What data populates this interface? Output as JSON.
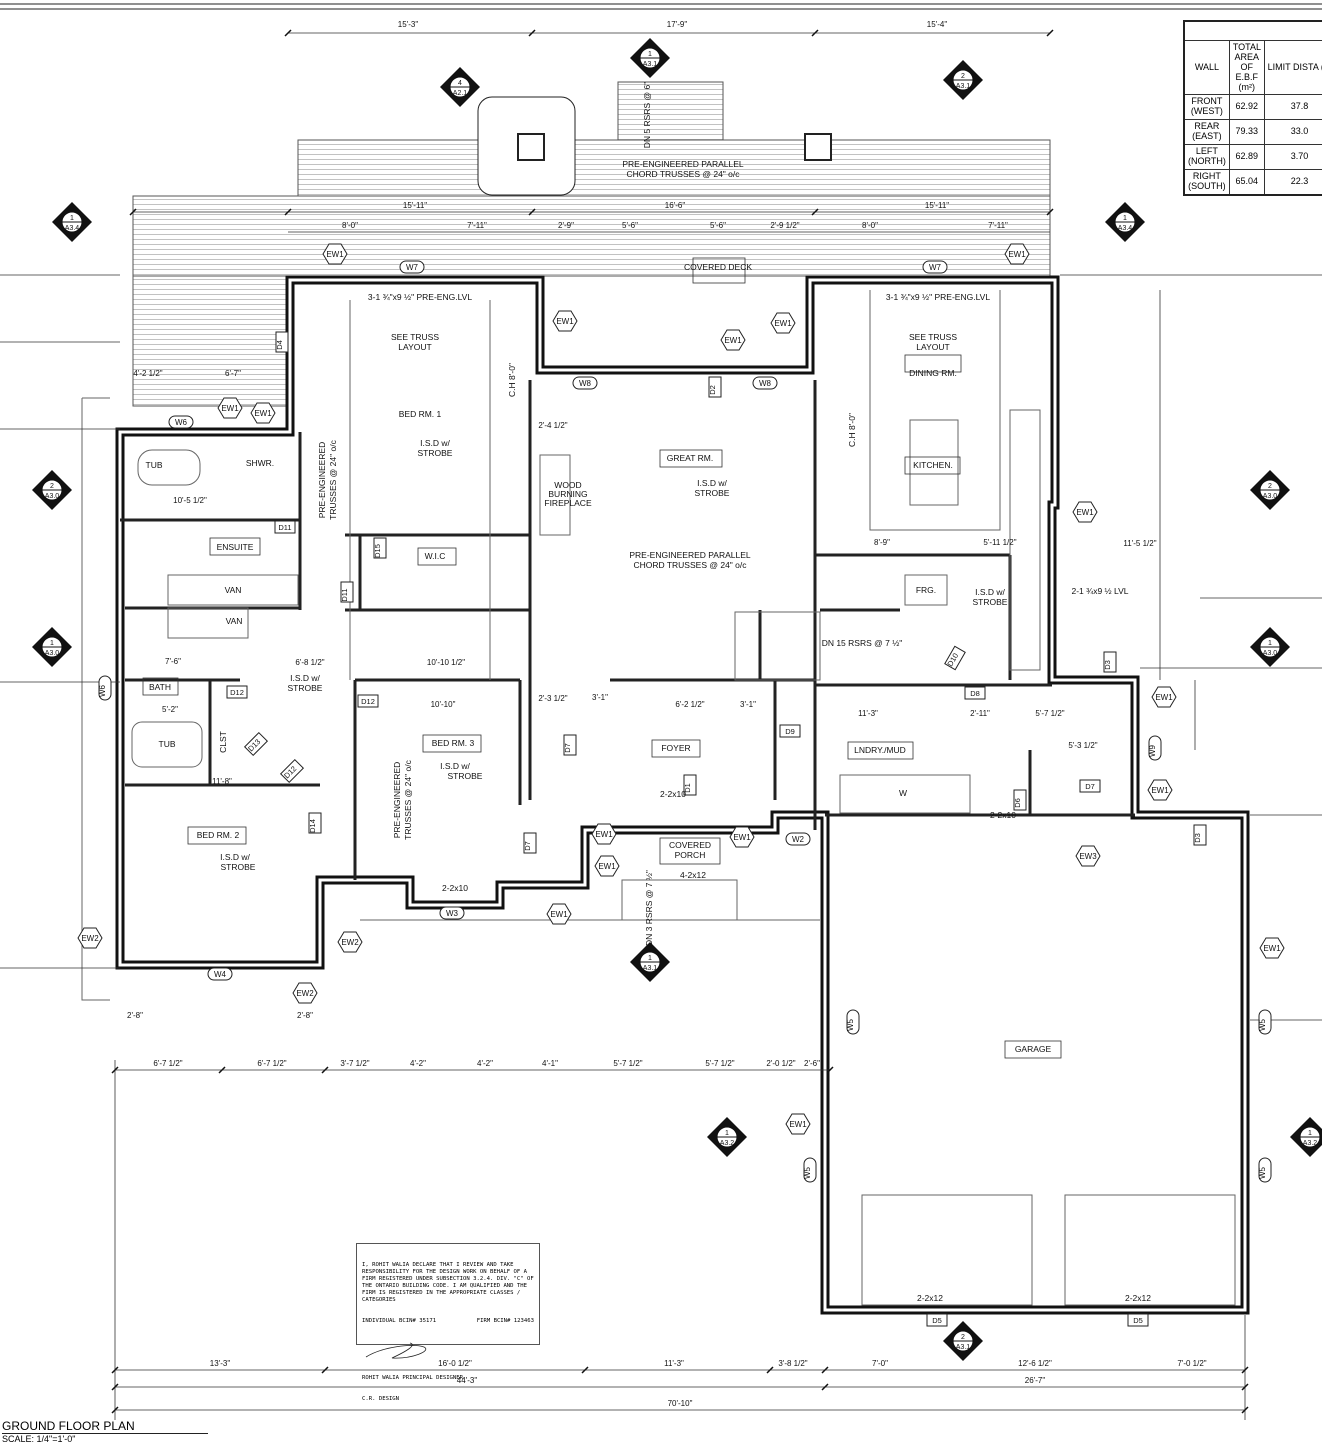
{
  "title": "GROUND FLOOR PLAN",
  "scale": "SCALE:  1/4\"=1'-0\"",
  "ebf_table": {
    "headers": [
      "WALL",
      "TOTAL AREA OF E.B.F (m²)",
      "LIMIT DISTA (m"
    ],
    "rows": [
      {
        "wall": "FRONT (WEST)",
        "area": "62.92",
        "limit": "37.8"
      },
      {
        "wall": "REAR (EAST)",
        "area": "79.33",
        "limit": "33.0"
      },
      {
        "wall": "LEFT (NORTH)",
        "area": "62.89",
        "limit": "3.70"
      },
      {
        "wall": "RIGHT (SOUTH)",
        "area": "65.04",
        "limit": "22.3"
      }
    ]
  },
  "declaration": {
    "text": "I, ROHIT WALIA DECLARE THAT I REVIEW AND TAKE RESPONSIBILITY FOR THE DESIGN WORK ON BEHALF OF A FIRM REGISTERED UNDER SUBSECTION 3.2.4. DIV. \"C\" OF THE ONTARIO BUILDING CODE. I AM QUALIFIED AND THE FIRM IS REGISTERED IN THE APPROPRIATE CLASSES / CATEGORIES",
    "individual_bcin": "INDIVIDUAL BCIN# 35171",
    "firm_bcin": "FIRM BCIN# 123463",
    "name": "ROHIT WALIA PRINCIPAL DESIGNER",
    "firm": "C.R. DESIGN"
  },
  "labels": [
    "COVERED DECK",
    "PRE-ENGINEERED PARALLEL",
    "CHORD TRUSSES @ 24\" o/c",
    "BED RM. 1",
    "GREAT RM.",
    "KITCHEN.",
    "DINING RM.",
    "ENSUITE",
    "W.I.C",
    "WOOD",
    "BURNING",
    "FIREPLACE",
    "BATH",
    "BED RM. 3",
    "FOYER",
    "LNDRY./MUD",
    "BED RM. 2",
    "COVERED",
    "PORCH",
    "GARAGE",
    "FRG.",
    "TUB",
    "SHWR.",
    "VAN",
    "VAN",
    "TUB",
    "CLST",
    "W",
    "SEE TRUSS",
    "LAYOUT",
    "SEE TRUSS",
    "LAYOUT",
    "PRE-ENGINEERED PARALLEL",
    "CHORD TRUSSES @ 24\" o/c",
    "PRE-ENGINEERED",
    "TRUSSES @ 24\" o/c",
    "PRE-ENGINEERED",
    "TRUSSES @ 24\" o/c",
    "I.S.D w/",
    "STROBE",
    "I.S.D w/",
    "STROBE",
    "I.S.D w/",
    "STROBE",
    "I.S.D w/",
    "STROBE",
    "I.S.D w/",
    "STROBE",
    "I.S.D w/",
    "STROBE",
    "DN 15 RSRS @ 7 ½\"",
    "C.H 8'-0\"",
    "C.H 8'-0\"",
    "3-1 ¾\"x9 ½\" PRE-ENG.LVL",
    "3-1 ¾\"x9 ½\" PRE-ENG.LVL",
    "2-1 ¾x9 ½ LVL",
    "4-2x12",
    "2-2x10",
    "2-2x10",
    "2-2x10",
    "2-2x12",
    "2-2x12",
    "DN 5 RSRS @ 6\"",
    "DN 3 RSRS @ 7 ½\""
  ],
  "dimensions": [
    "15'-3\"",
    "17'-9\"",
    "15'-4\"",
    "15'-11\"",
    "16'-6\"",
    "15'-11\"",
    "8'-0\"",
    "7'-11\"",
    "2'-9\"",
    "5'-6\"",
    "5'-6\"",
    "2'-9 1/2\"",
    "8'-0\"",
    "7'-11\"",
    "4'-2 1/2\"",
    "6'-7\"",
    "10'-5 1/2\"",
    "10'-10 1/2\"",
    "10'-10\"",
    "11'-8\"",
    "6'-8 1/2\"",
    "7'-6\"",
    "5'-2\"",
    "8'-9\"",
    "5'-11 1/2\"",
    "11'-3\"",
    "2'-11\"",
    "5'-7 1/2\"",
    "11'-5 1/2\"",
    "6'-2 1/2\"",
    "3'-1\"",
    "3'-1\"",
    "2'-3 1/2\"",
    "2'-4 1/2\"",
    "5'-3 1/2\"",
    "2'-8\"",
    "2'-8\"",
    "6'-7 1/2\"",
    "6'-7 1/2\"",
    "3'-7 1/2\"",
    "4'-2\"",
    "4'-2\"",
    "4'-1\"",
    "5'-7 1/2\"",
    "5'-7 1/2\"",
    "2'-0 1/2\"",
    "2'-6\"",
    "13'-3\"",
    "16'-0 1/2\"",
    "11'-3\"",
    "3'-8 1/2\"",
    "7'-0\"",
    "12'-6 1/2\"",
    "7'-0 1/2\"",
    "44'-3\"",
    "26'-7\"",
    "70'-10\""
  ],
  "section_markers": [
    {
      "num": "1",
      "sheet": "A3.1"
    },
    {
      "num": "2",
      "sheet": "A3.1"
    },
    {
      "num": "4",
      "sheet": "A2.1"
    },
    {
      "num": "1",
      "sheet": "A3.4"
    },
    {
      "num": "1",
      "sheet": "A3.4"
    },
    {
      "num": "2",
      "sheet": "A3.0"
    },
    {
      "num": "2",
      "sheet": "A3.0"
    },
    {
      "num": "1",
      "sheet": "A3.0"
    },
    {
      "num": "1",
      "sheet": "A3.0"
    },
    {
      "num": "1",
      "sheet": "A3.1"
    },
    {
      "num": "1",
      "sheet": "A3.2"
    },
    {
      "num": "1",
      "sheet": "A3.2"
    },
    {
      "num": "2",
      "sheet": "A3.1"
    }
  ],
  "wall_tags": [
    "EW1",
    "EW1",
    "EW1",
    "EW1",
    "EW1",
    "EW1",
    "EW1",
    "EW1",
    "EW1",
    "EW1",
    "EW1",
    "EW1",
    "EW1",
    "EW1",
    "EW1",
    "EW1",
    "EW2",
    "EW2",
    "EW2",
    "EW3"
  ],
  "window_tags": [
    "W7",
    "W7",
    "W8",
    "W8",
    "W6",
    "W6",
    "W4",
    "W3",
    "W2",
    "W9",
    "W5",
    "W5",
    "W5",
    "W5"
  ],
  "door_tags": [
    "D11",
    "D15",
    "D11",
    "D12",
    "D12",
    "D13",
    "D12",
    "D14",
    "D7",
    "D7",
    "D1",
    "D9",
    "D10",
    "D8",
    "D3",
    "D3",
    "D6",
    "D7",
    "D5",
    "D5",
    "D4",
    "D2"
  ],
  "colors": {
    "line": "#111111",
    "background": "#ffffff"
  }
}
